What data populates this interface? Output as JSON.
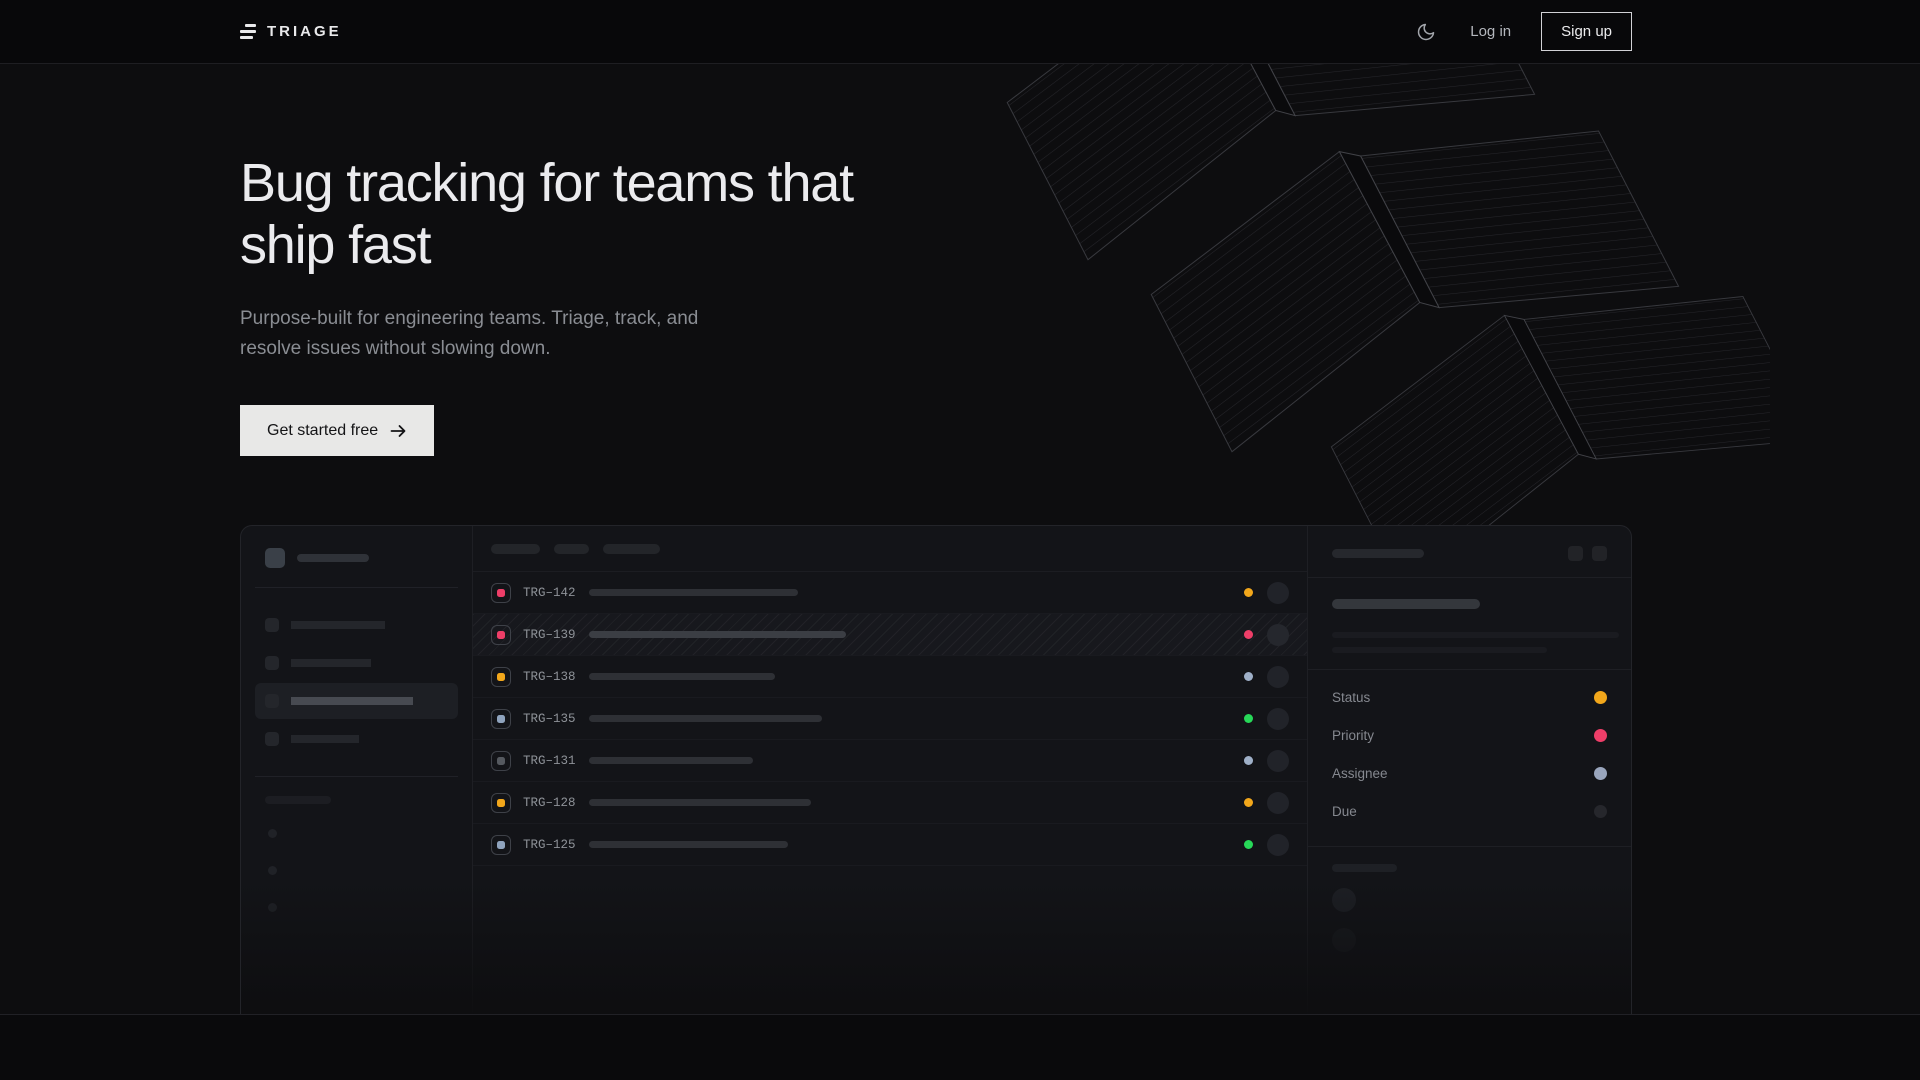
{
  "brand": {
    "name": "TRIAGE",
    "glyph_icon": "triage-bars-icon"
  },
  "nav": {
    "theme_toggle_icon": "moon-icon",
    "login_label": "Log in",
    "signup_label": "Sign up"
  },
  "hero": {
    "heading": "Bug tracking for teams that ship fast",
    "subheading": "Purpose-built for engineering teams. Triage, track, and resolve issues without slowing down.",
    "cta_label": "Get started free",
    "cta_arrow_icon": "arrow-right-icon"
  },
  "mockup": {
    "issues": [
      {
        "id": "TRG–142",
        "icon_color": "#ee3e68",
        "title_width": 209,
        "status_color": "#f2a71b",
        "highlighted": false
      },
      {
        "id": "TRG–139",
        "icon_color": "#ee3e68",
        "title_width": 257,
        "status_color": "#ee3e68",
        "highlighted": true
      },
      {
        "id": "TRG–138",
        "icon_color": "#f2a71b",
        "title_width": 186,
        "status_color": "#9fb0c8",
        "highlighted": false
      },
      {
        "id": "TRG–135",
        "icon_color": "#8fa3bd",
        "title_width": 233,
        "status_color": "#27d858",
        "highlighted": false
      },
      {
        "id": "TRG–131",
        "icon_color": "#55595f",
        "title_width": 164,
        "status_color": "#9fb0c8",
        "highlighted": false
      },
      {
        "id": "TRG–128",
        "icon_color": "#f2a71b",
        "title_width": 222,
        "status_color": "#f2a71b",
        "highlighted": false
      },
      {
        "id": "TRG–125",
        "icon_color": "#8fa3bd",
        "title_width": 199,
        "status_color": "#27d858",
        "highlighted": false
      }
    ],
    "detail_fields": [
      {
        "label": "Status",
        "dot_color": "#f2a71b"
      },
      {
        "label": "Priority",
        "dot_color": "#ee3e68"
      },
      {
        "label": "Assignee",
        "dot_color": "#9aa6bd"
      },
      {
        "label": "Due",
        "dot_color": "#26272c"
      }
    ]
  }
}
